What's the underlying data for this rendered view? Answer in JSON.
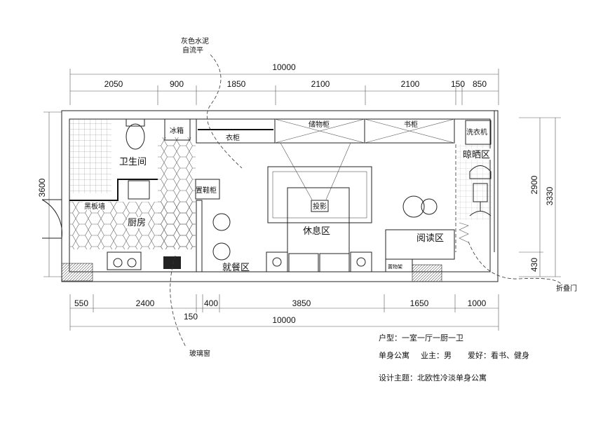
{
  "notes": {
    "floor_line1": "灰色水泥",
    "floor_line2": "自流平",
    "glass_window": "玻璃窗",
    "folding_door": "折叠门"
  },
  "dimensions": {
    "top_total": "10000",
    "top_segments": [
      "2050",
      "900",
      "1850",
      "2100",
      "2100",
      "150",
      "850"
    ],
    "bottom_total": "10000",
    "bottom_segments": [
      "550",
      "2400",
      "150",
      "400",
      "3850",
      "1650",
      "1000"
    ],
    "left_height": "3600",
    "right_inner": "2900",
    "right_lower": "430",
    "right_total": "3330"
  },
  "rooms": {
    "fridge": "冰箱",
    "wardrobe": "衣柜",
    "storage_cabinet": "储物柜",
    "bookcase": "书柜",
    "washing_machine": "洗衣机",
    "drying_area": "晾晒区",
    "bathroom": "卫生间",
    "blackboard_wall": "黑板墙",
    "kitchen": "厨房",
    "shoe_cabinet": "置鞋柜",
    "projector": "投影",
    "rest_area": "休息区",
    "reading_area": "阅读区",
    "dining_area": "就餐区",
    "shelf": "置物架"
  },
  "info": {
    "layout": "户型：一室一厅一厨一卫",
    "type": "单身公寓",
    "owner": "业主：男",
    "hobby": "爱好：看书、健身",
    "theme": "设计主题：北欧性冷淡单身公寓"
  }
}
